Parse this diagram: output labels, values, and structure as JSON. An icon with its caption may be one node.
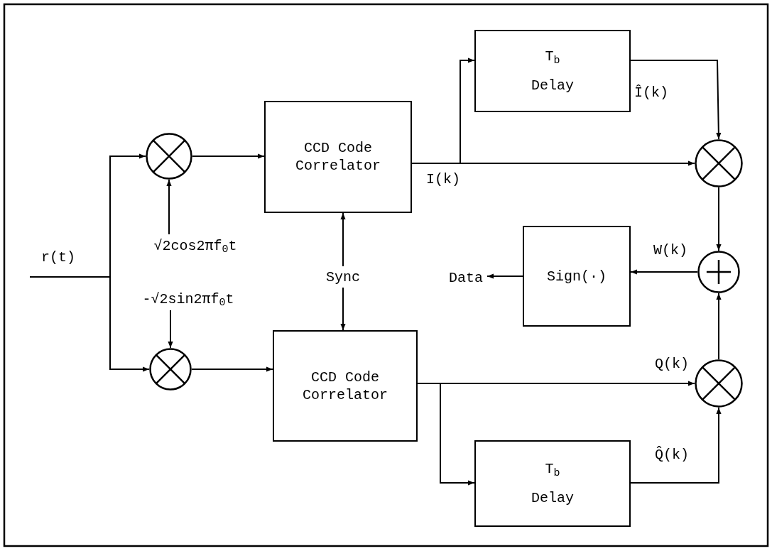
{
  "diagram": {
    "nodes": [
      {
        "text": [],
        "shape": "circle"
      },
      {
        "text": [],
        "shape": "circle"
      },
      {
        "text": [
          "CCD Code Correlator"
        ]
      },
      {
        "text": [
          "CCD Code Correlator"
        ]
      },
      {
        "text": [
          "T$_{b}$",
          "Delay"
        ]
      },
      {
        "text": [
          "T$_{b}$",
          "Delay"
        ]
      },
      {
        "text": [
          "Sign(·)"
        ]
      },
      {
        "text": [],
        "shape": "circle"
      },
      {
        "text": [],
        "shape": "circle"
      },
      {
        "text": [],
        "shape": "circle"
      },
      {
        "text": [
          "Data"
        ]
      },
      {
        "text": [
          "Sync"
        ]
      },
      {
        "text": [
          "√2cos2πf$_{0}$t"
        ]
      },
      {
        "text": [
          "-√2sin2πf$_{0}$t"
        ]
      }
    ],
    "edges": [
      {
        "from": null,
        "to": 0,
        "arrow": "to"
      },
      {
        "from": null,
        "to": 1,
        "arrow": "to"
      },
      {
        "from": 0,
        "to": 2,
        "arrow": "to"
      },
      {
        "from": 1,
        "to": 3,
        "arrow": "to"
      },
      {
        "from": 2,
        "to": 7,
        "arrow": "to",
        "label": "I(k)"
      },
      {
        "from": 2,
        "to": 4,
        "arrow": "to"
      },
      {
        "from": 4,
        "to": 7,
        "arrow": "to",
        "label": "Î(k)"
      },
      {
        "from": 3,
        "to": 9,
        "arrow": "to",
        "label": "Q(k)"
      },
      {
        "from": 3,
        "to": 5,
        "arrow": "to"
      },
      {
        "from": 5,
        "to": 9,
        "arrow": "to",
        "label": "Q̂(k)"
      },
      {
        "from": 7,
        "to": 8,
        "arrow": "to",
        "label": "W(k)"
      },
      {
        "from": 9,
        "to": 8,
        "arrow": "to"
      },
      {
        "from": 8,
        "to": 6,
        "arrow": "to"
      },
      {
        "from": 6,
        "to": 10,
        "arrow": "to"
      },
      {
        "from": 11,
        "to": 2,
        "arrow": "to"
      },
      {
        "from": 11,
        "to": 3,
        "arrow": "to"
      },
      {
        "from": 12,
        "to": 0,
        "arrow": "to"
      },
      {
        "from": 13,
        "to": 1,
        "arrow": "to"
      }
    ],
    "labels": [
      "r(t)"
    ]
  }
}
